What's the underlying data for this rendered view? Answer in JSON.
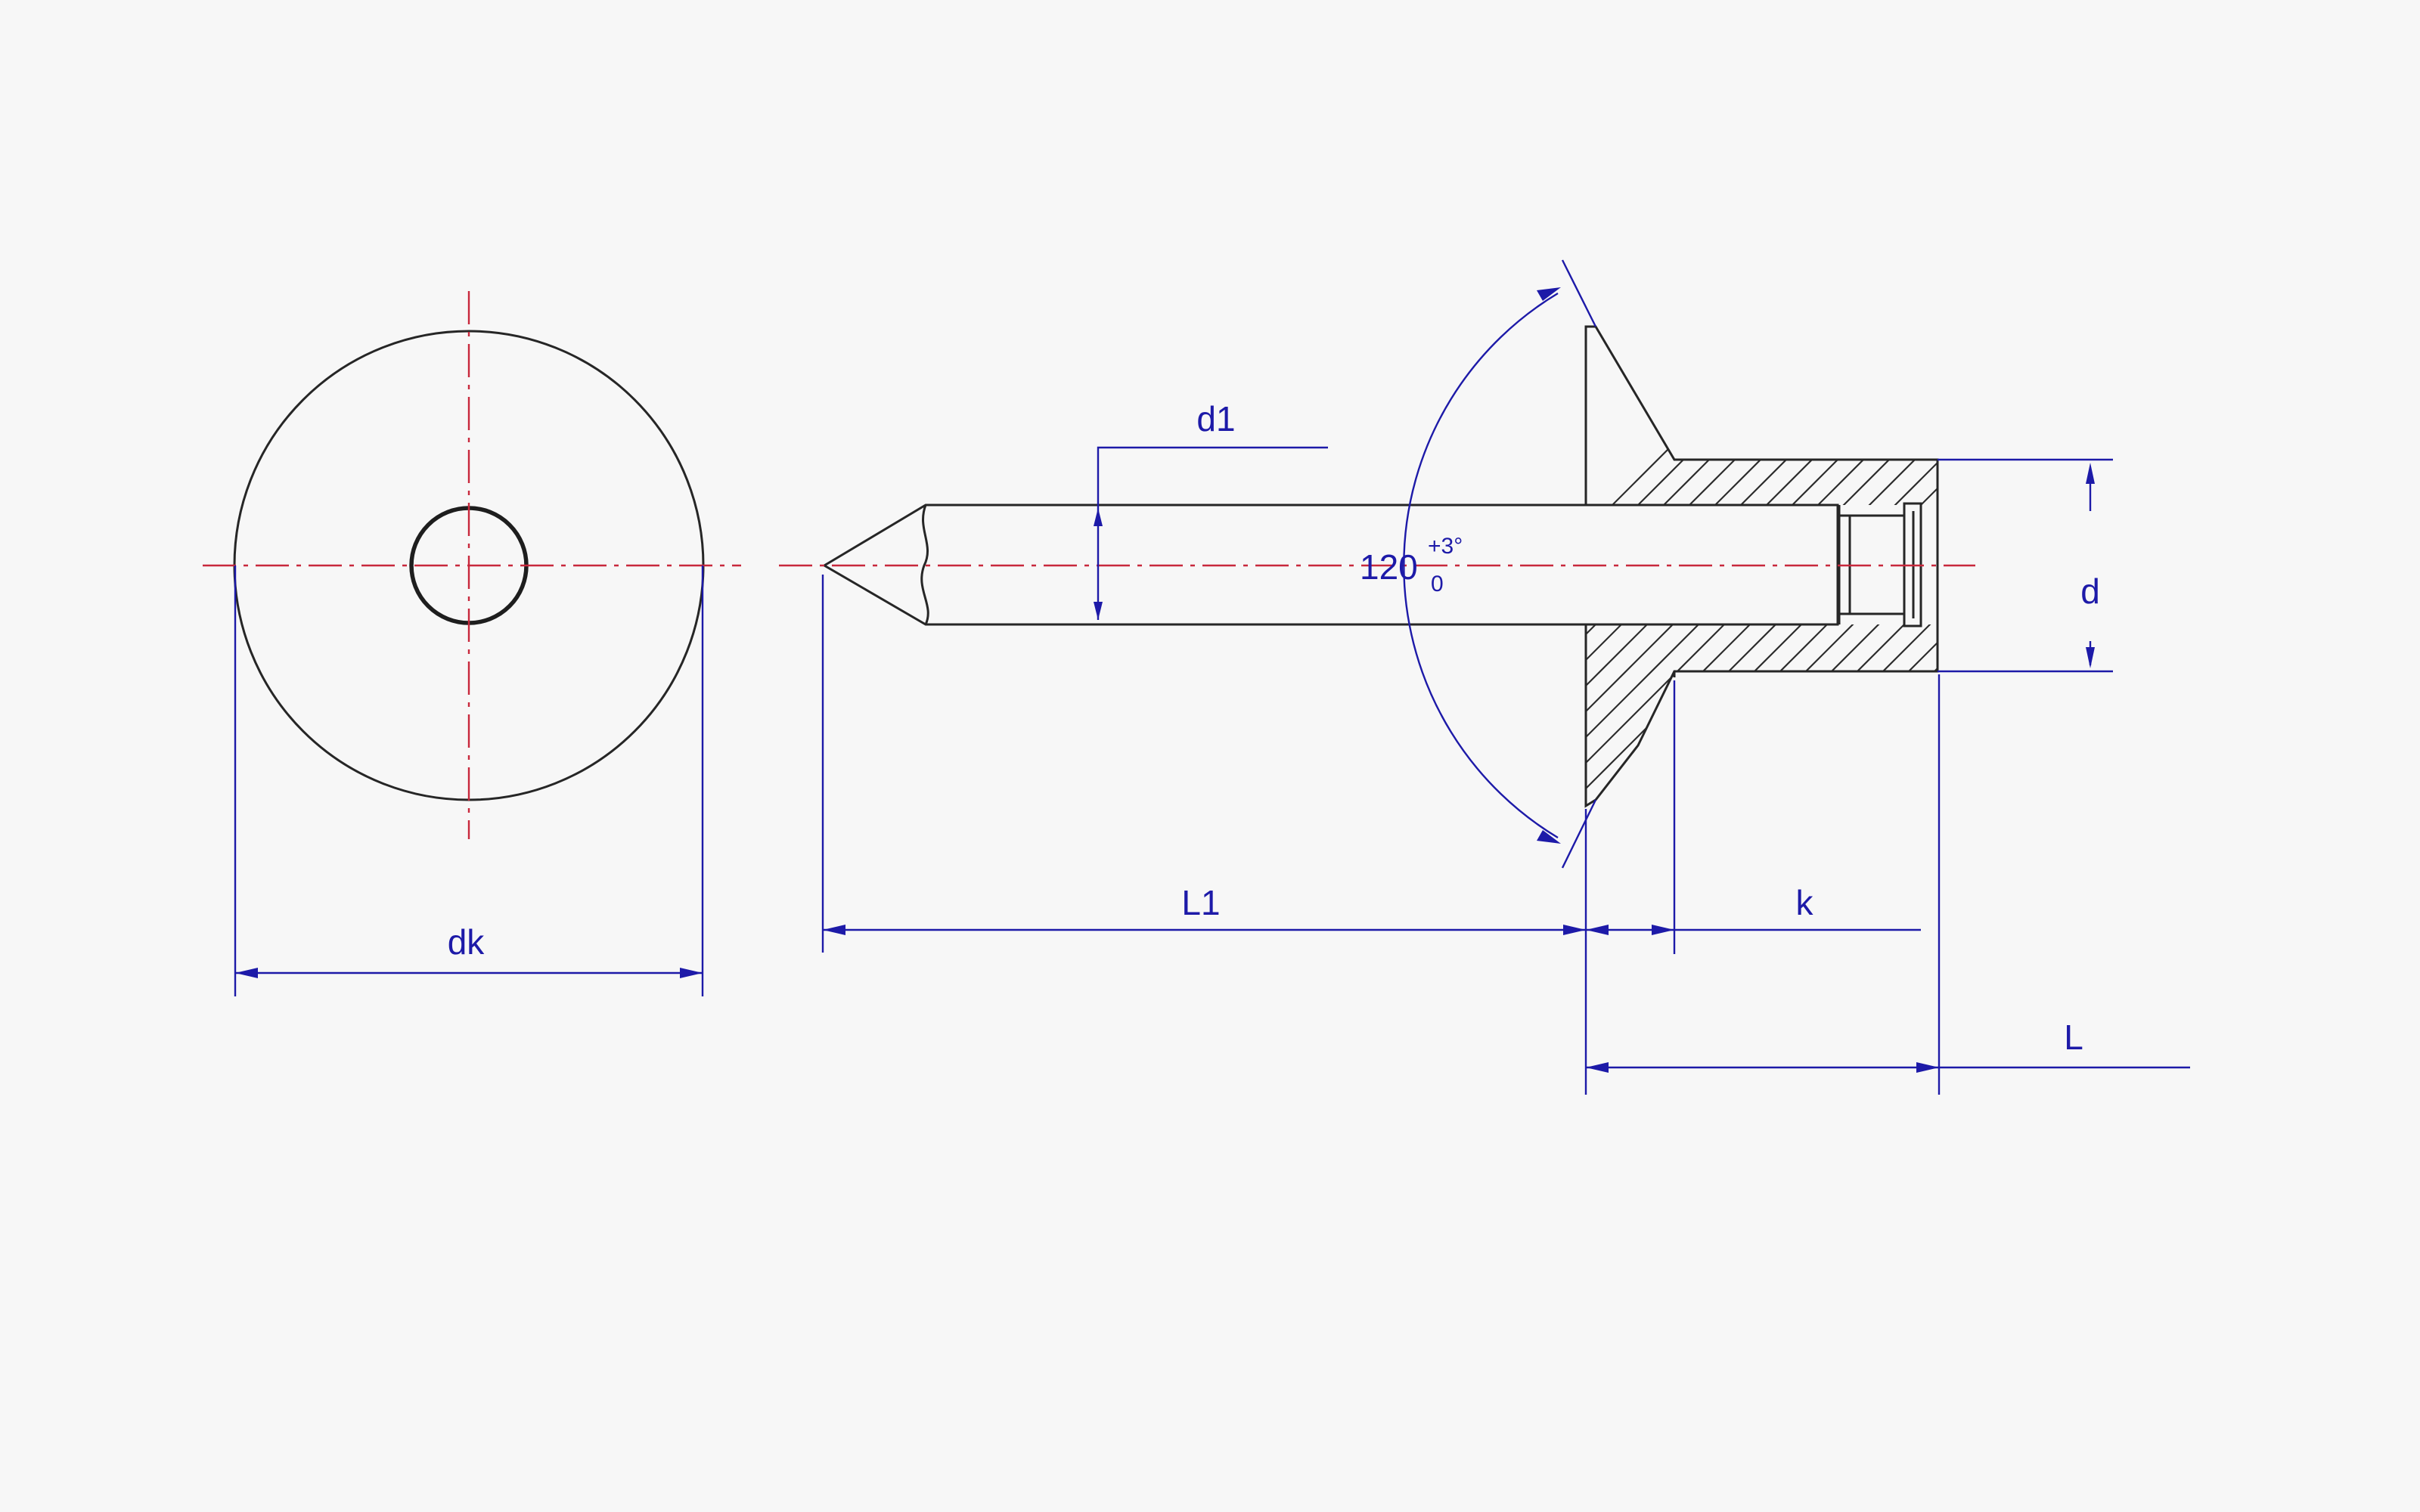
{
  "drawing": {
    "dimensions": {
      "dk": "dk",
      "d1": "d1",
      "L1": "L1",
      "k": "k",
      "d": "d",
      "L": "L"
    },
    "angle": {
      "value": "120",
      "tolerance_upper": "+3°",
      "tolerance_lower": "0"
    },
    "colors": {
      "outline": "#262626",
      "dimension": "#1d1aa8",
      "centerline": "#c8283c"
    }
  }
}
